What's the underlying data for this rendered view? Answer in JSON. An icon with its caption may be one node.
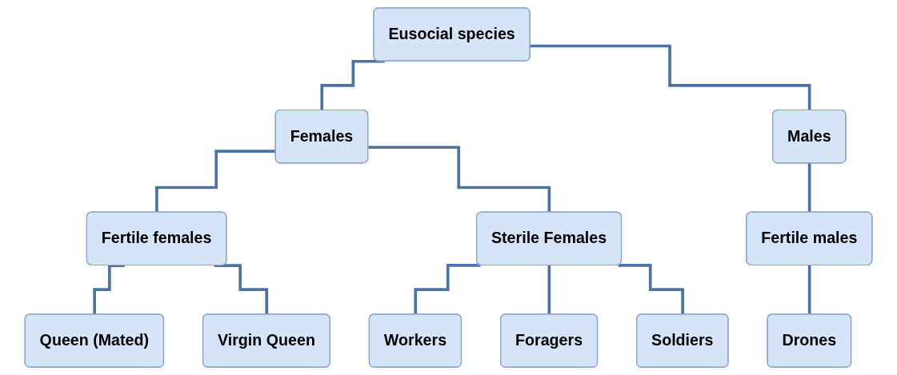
{
  "diagram": {
    "nodes": [
      {
        "text": [
          "Eusocial species"
        ]
      },
      {
        "text": [
          "Females"
        ]
      },
      {
        "text": [
          "Males"
        ]
      },
      {
        "text": [
          "Fertile females"
        ]
      },
      {
        "text": [
          "Sterile Females"
        ]
      },
      {
        "text": [
          "Fertile males"
        ]
      },
      {
        "text": [
          "Queen (Mated)"
        ]
      },
      {
        "text": [
          "Virgin Queen"
        ]
      },
      {
        "text": [
          "Workers"
        ]
      },
      {
        "text": [
          "Foragers"
        ]
      },
      {
        "text": [
          "Soldiers"
        ]
      },
      {
        "text": [
          "Drones"
        ]
      }
    ],
    "edges": [
      {
        "from": 0,
        "to": 1,
        "arrow": "none"
      },
      {
        "from": 0,
        "to": 2,
        "arrow": "none"
      },
      {
        "from": 1,
        "to": 3,
        "arrow": "none"
      },
      {
        "from": 1,
        "to": 4,
        "arrow": "none"
      },
      {
        "from": 2,
        "to": 5,
        "arrow": "none"
      },
      {
        "from": 3,
        "to": 6,
        "arrow": "none"
      },
      {
        "from": 3,
        "to": 7,
        "arrow": "none"
      },
      {
        "from": 4,
        "to": 8,
        "arrow": "none"
      },
      {
        "from": 4,
        "to": 9,
        "arrow": "none"
      },
      {
        "from": 4,
        "to": 10,
        "arrow": "none"
      },
      {
        "from": 5,
        "to": 11,
        "arrow": "none"
      }
    ]
  }
}
